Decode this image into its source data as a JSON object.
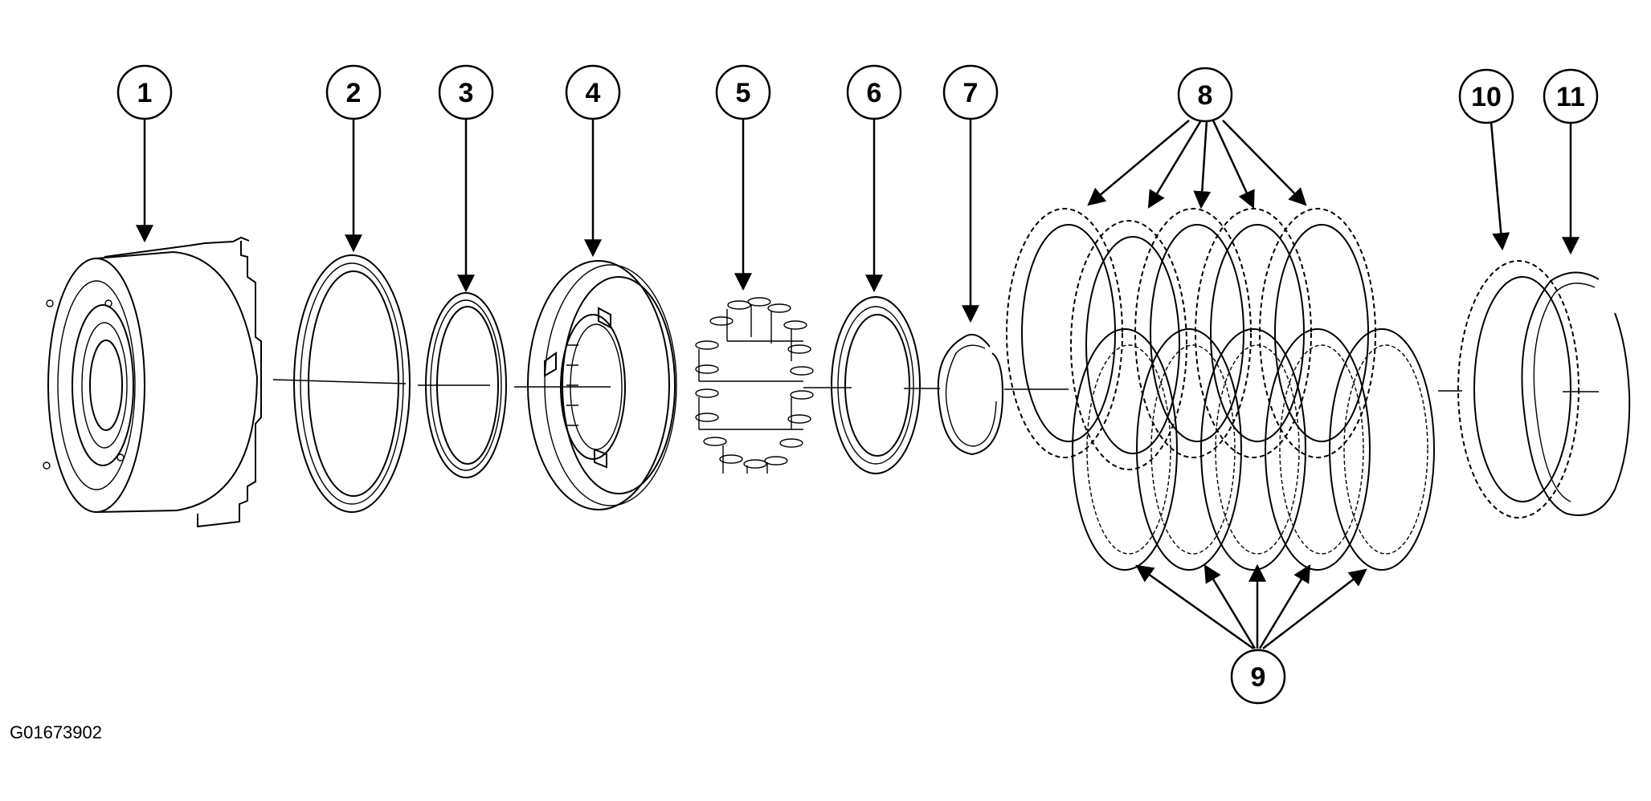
{
  "figure_id": "G01673902",
  "callouts": [
    {
      "id": 1,
      "label": "1"
    },
    {
      "id": 2,
      "label": "2"
    },
    {
      "id": 3,
      "label": "3"
    },
    {
      "id": 4,
      "label": "4"
    },
    {
      "id": 5,
      "label": "5"
    },
    {
      "id": 6,
      "label": "6"
    },
    {
      "id": 7,
      "label": "7"
    },
    {
      "id": 8,
      "label": "8"
    },
    {
      "id": 9,
      "label": "9"
    },
    {
      "id": 10,
      "label": "10"
    },
    {
      "id": 11,
      "label": "11"
    }
  ]
}
